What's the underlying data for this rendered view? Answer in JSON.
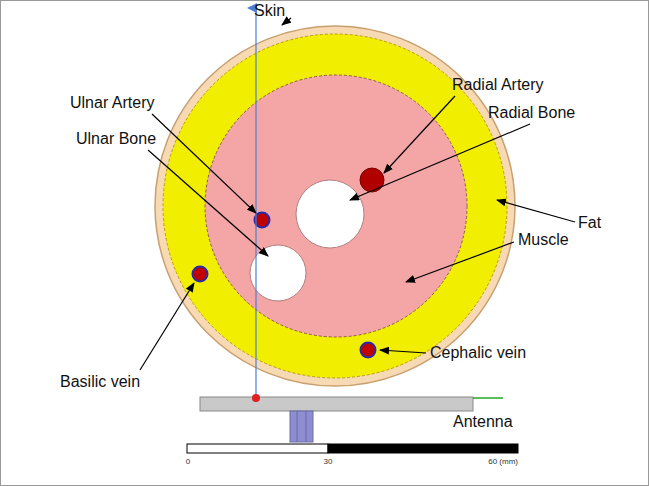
{
  "diagram": {
    "labels": [
      "Skin",
      "Radial Artery",
      "Ulnar Artery",
      "Radial Bone",
      "Ulnar Bone",
      "Fat",
      "Muscle",
      "Basilic vein",
      "Cephalic vein",
      "Antenna",
      "0",
      "30",
      "60 (mm)"
    ]
  }
}
